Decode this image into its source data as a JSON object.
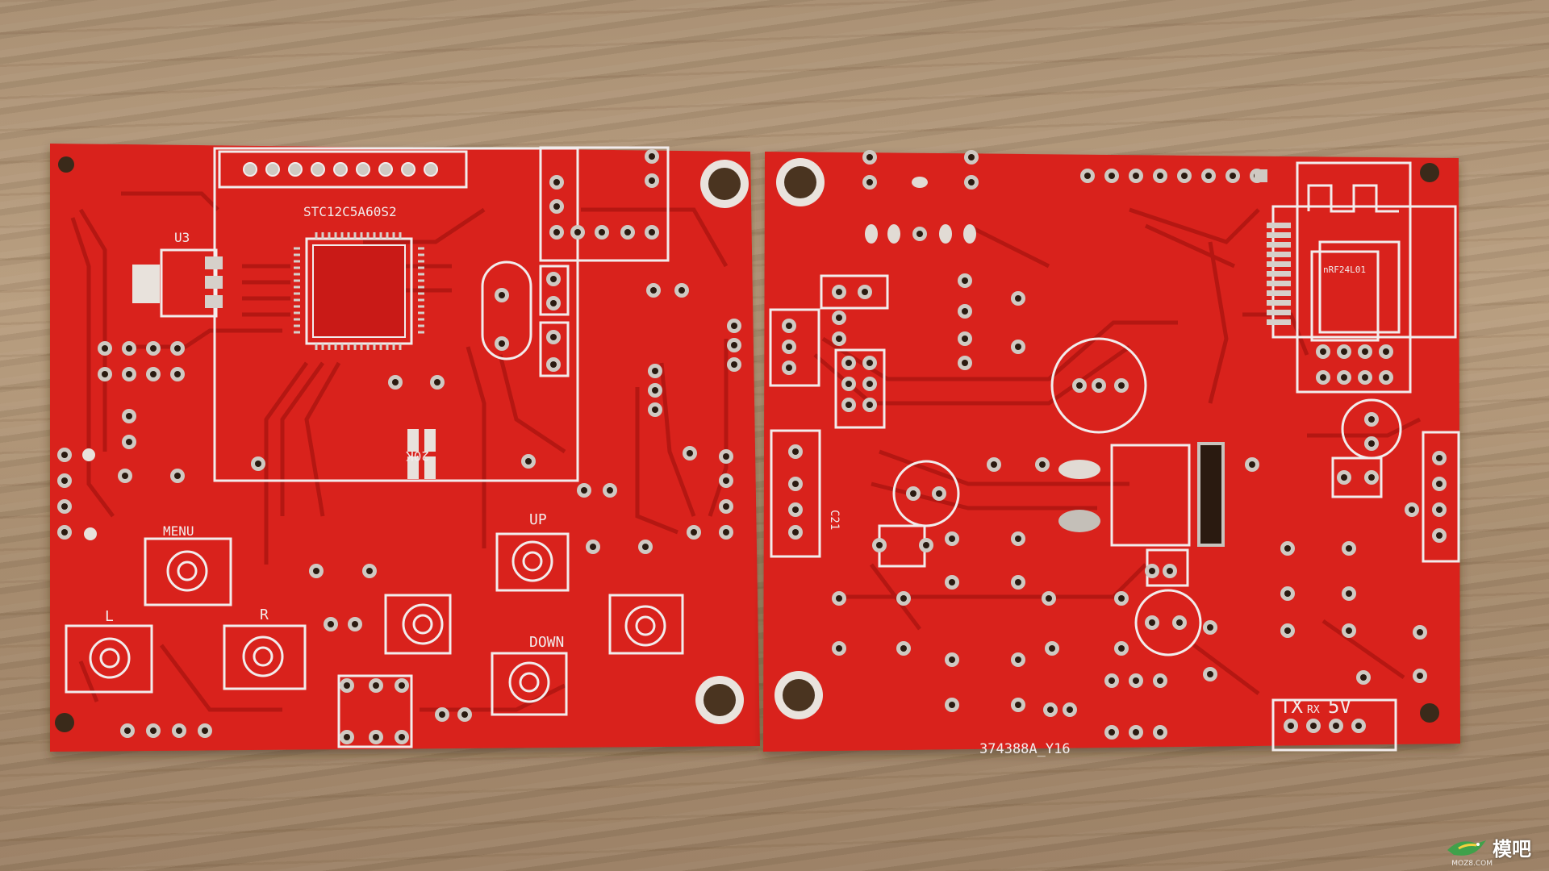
{
  "photo": {
    "subject": "two bare red printed circuit boards on wooden table",
    "colors": {
      "board": "#d9201c",
      "silkscreen": "#f2ecec",
      "wood": "#a98f72",
      "pad": "#c8c3bd"
    }
  },
  "left_board": {
    "labels": {
      "chip": "STC12C5A60S2",
      "regulator": "U3",
      "resistor": "20K",
      "menu": "MENU",
      "up": "UP",
      "down": "DOWN",
      "left": "L",
      "right": "R"
    }
  },
  "right_board": {
    "labels": {
      "board_code": "374388A_Y16",
      "serial_tx": "TX",
      "serial_rx": "RX",
      "serial_5v": "5V",
      "cap_ref": "C21",
      "rf_module": "nRF24L01"
    }
  },
  "watermark": {
    "text": "模吧",
    "sub": "MOZ8.COM"
  }
}
